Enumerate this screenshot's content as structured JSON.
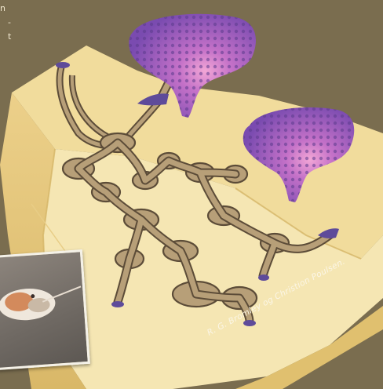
{
  "top_left_text": [
    "n",
    "-",
    "t"
  ],
  "credit": "R. G. Bromley og Christion Poulsen.",
  "colors": {
    "background": "#7a6d4f",
    "sediment_top": "#f1dc9c",
    "sediment_side": "#e3c476",
    "burrow_fill": "#b79f78",
    "burrow_outline": "#5c4c38",
    "shrimp": "#8c5bbd",
    "opening": "#5e4b9a"
  }
}
